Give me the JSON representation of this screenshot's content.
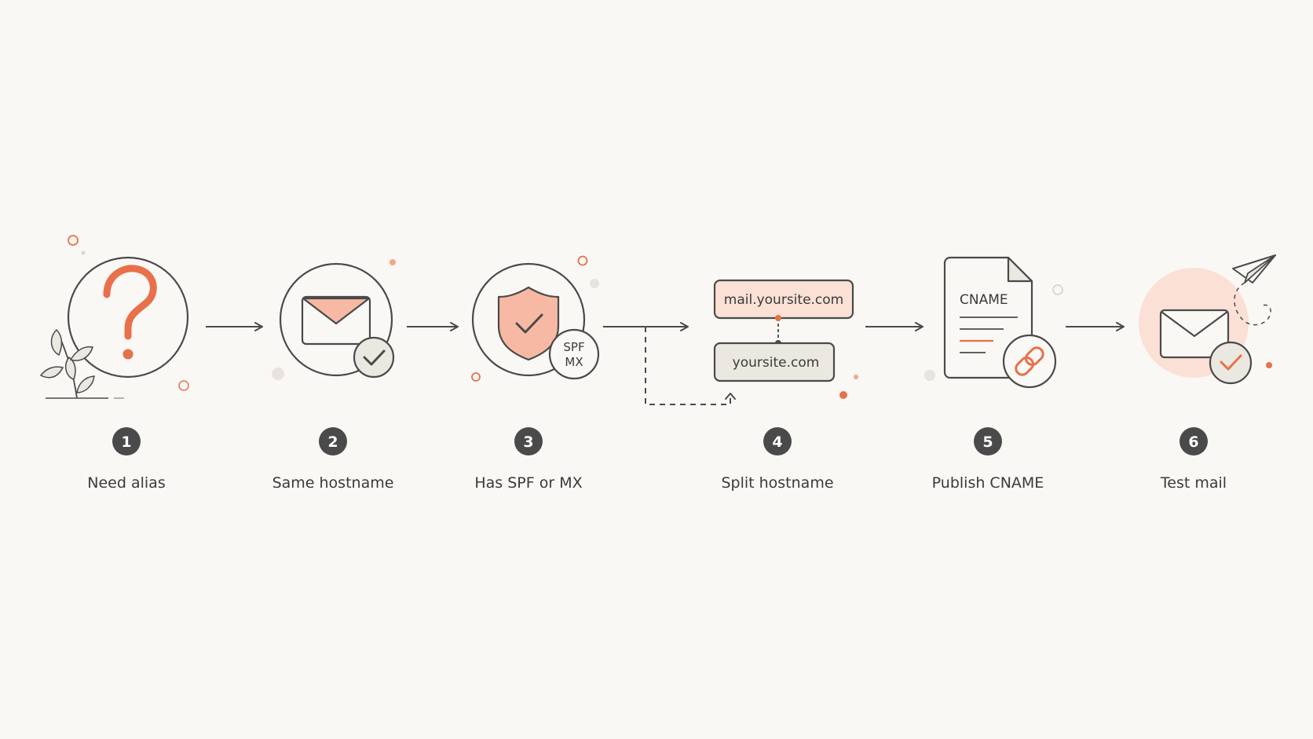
{
  "colors": {
    "background": "#faf8f5",
    "stroke": "#4a4a4a",
    "accent": "#e8704a",
    "accent_fill": "#f7b9a3",
    "accent_soft": "#fbe0d6",
    "neutral_fill": "#ebe8e2",
    "number_badge": "#4a4a4a"
  },
  "steps": [
    {
      "number": "1",
      "label": "Need alias",
      "icon": "question-icon"
    },
    {
      "number": "2",
      "label": "Same hostname",
      "icon": "envelope-check-icon"
    },
    {
      "number": "3",
      "label": "Has SPF or MX",
      "icon": "shield-check-icon"
    },
    {
      "number": "4",
      "label": "Split hostname",
      "icon": "hostname-split-icon"
    },
    {
      "number": "5",
      "label": "Publish CNAME",
      "icon": "cname-document-icon"
    },
    {
      "number": "6",
      "label": "Test mail",
      "icon": "envelope-sent-icon"
    }
  ],
  "badges": {
    "spf_line1": "SPF",
    "spf_line2": "MX"
  },
  "hostnames": {
    "subdomain": "mail.yoursite.com",
    "root": "yoursite.com"
  },
  "document": {
    "title": "CNAME"
  }
}
